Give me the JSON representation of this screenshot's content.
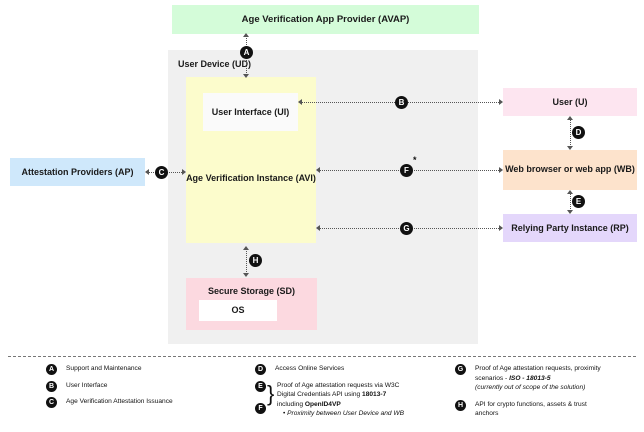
{
  "diagram": {
    "title_nodes": {
      "avap": "Age Verification App Provider (AVAP)",
      "user_device": "User Device (UD)",
      "avi": "Age Verification Instance (AVI)",
      "ui": "User Interface (UI)",
      "secure_storage": "Secure Storage (SD)",
      "os": "OS",
      "attestation_providers": "Attestation Providers (AP)",
      "user": "User (U)",
      "web_browser": "Web browser or web app (WB)",
      "relying_party": "Relying Party Instance (RP)"
    },
    "connector_markers": {
      "a": "A",
      "b": "B",
      "c": "C",
      "d": "D",
      "e": "E",
      "f": "F",
      "f_note": "*",
      "g": "G",
      "h": "H"
    },
    "colors": {
      "avap": "#d4fcd9",
      "user_device": "#f0f0f0",
      "avi": "#fcfccc",
      "ui": "#fafafa",
      "secure_storage": "#fcd9e0",
      "os": "#ffffff",
      "attestation_providers": "#cfe8fb",
      "user": "#fde5f0",
      "web_browser": "#fde3cc",
      "relying_party": "#e4d7fb",
      "marker": "#111111",
      "connector": "#555555"
    }
  },
  "legend": {
    "column1": [
      {
        "badge": "A",
        "text": "Support and Maintenance"
      },
      {
        "badge": "B",
        "text": "User Interface"
      },
      {
        "badge": "C",
        "text": "Age Verification Attestation Issuance"
      }
    ],
    "column2": {
      "d": {
        "badge": "D",
        "text": "Access Online Services"
      },
      "ef": {
        "badge_top": "E",
        "badge_bottom": "F",
        "line1": "Proof of Age attestation requests via W3C",
        "line2_prefix": "Digital Credentials API using ",
        "line2_bold": "18013-7",
        "line3_prefix": "including ",
        "line3_bold": "OpenID4VP",
        "bullet": "Proximity between User Device and WB"
      }
    },
    "column3": [
      {
        "badge": "G",
        "line1": "Proof of Age attestation requests, proximity",
        "line2_prefix": "scenarios - ",
        "line2_bold_italic": "ISO - 18013-5",
        "line3_italic": "(currently out of scope of the solution)"
      },
      {
        "badge": "H",
        "line1": "API for crypto functions, assets & trust",
        "line2": "anchors"
      }
    ]
  }
}
